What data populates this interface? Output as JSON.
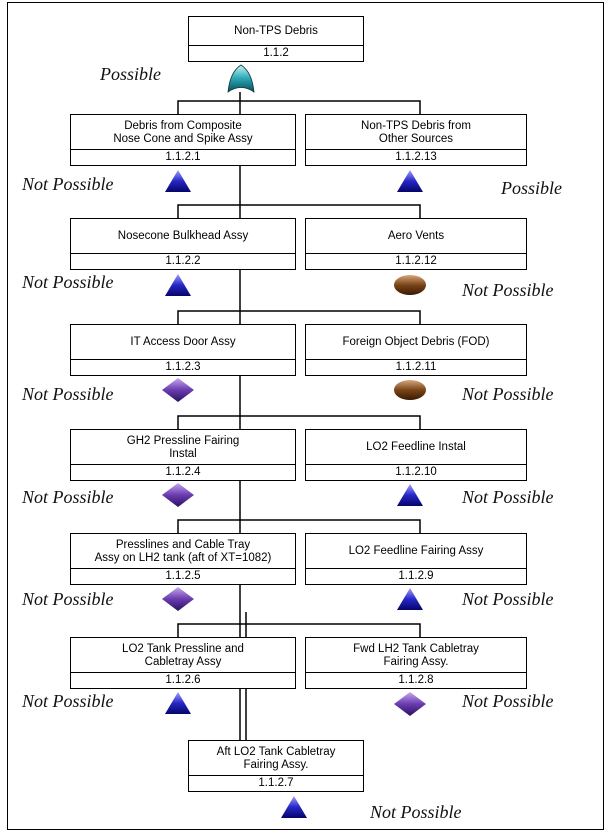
{
  "nodes": [
    {
      "title": "Non-TPS Debris",
      "id": "1.1.2"
    },
    {
      "title": "Debris from Composite\nNose Cone and Spike  Assy",
      "id": "1.1.2.1"
    },
    {
      "title": "Non-TPS Debris from\nOther Sources",
      "id": "1.1.2.13"
    },
    {
      "title": "Nosecone Bulkhead Assy",
      "id": "1.1.2.2"
    },
    {
      "title": "Aero Vents",
      "id": "1.1.2.12"
    },
    {
      "title": "IT Access Door Assy",
      "id": "1.1.2.3"
    },
    {
      "title": "Foreign Object Debris (FOD)",
      "id": "1.1.2.11"
    },
    {
      "title": "GH2 Pressline Fairing\nInstal",
      "id": "1.1.2.4"
    },
    {
      "title": "LO2 Feedline Instal",
      "id": "1.1.2.10"
    },
    {
      "title": "Presslines and Cable Tray\nAssy on LH2 tank (aft of XT=1082)",
      "id": "1.1.2.5"
    },
    {
      "title": "LO2 Feedline Fairing Assy",
      "id": "1.1.2.9"
    },
    {
      "title": "LO2 Tank Pressline and\nCabletray Assy",
      "id": "1.1.2.6"
    },
    {
      "title": "Fwd LH2 Tank Cabletray\nFairing Assy.",
      "id": "1.1.2.8"
    },
    {
      "title": "Aft LO2 Tank Cabletray\nFairing Assy.",
      "id": "1.1.2.7"
    }
  ],
  "statuses": {
    "top": "Possible",
    "n1": "Not Possible",
    "n13": "Possible",
    "n2": "Not Possible",
    "n12": "Not Possible",
    "n3": "Not Possible",
    "n11": "Not Possible",
    "n4": "Not Possible",
    "n10": "Not Possible",
    "n5": "Not Possible",
    "n9": "Not Possible",
    "n6": "Not Possible",
    "n8": "Not Possible",
    "n7": "Not Possible"
  },
  "icons": {
    "top_gate": "or-gate-icon",
    "transfer": "transfer-triangle-icon",
    "diamond": "diamond-event-icon",
    "oval": "oval-event-icon"
  },
  "colors": {
    "gate_teal": "#2aa6b4",
    "triangle_blue": "#2727c8",
    "diamond_purple": "#6a3cb0",
    "oval_brown": "#7a4418"
  }
}
